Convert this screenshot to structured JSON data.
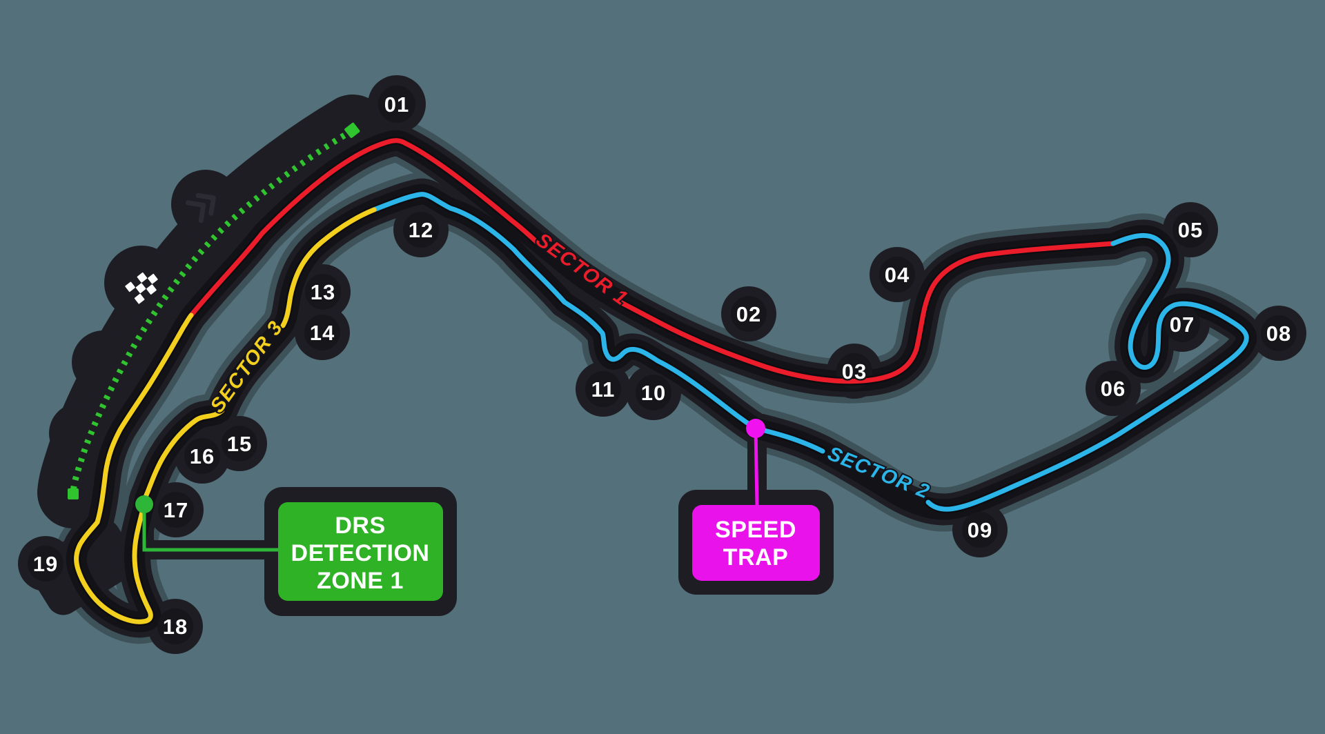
{
  "background_color": "#54707a",
  "map": {
    "type": "f1-circuit-track-map",
    "track_color": "#121217",
    "track_edge_color": "#1e1d24",
    "drs_zone_dash_color": "#30c42f",
    "sectors": [
      {
        "name": "SECTOR 1",
        "color": "#ec1d2a"
      },
      {
        "name": "SECTOR 2",
        "color": "#2bb5e9"
      },
      {
        "name": "SECTOR 3",
        "color": "#f3cf1e"
      }
    ],
    "turns": [
      {
        "label": "01"
      },
      {
        "label": "02"
      },
      {
        "label": "03"
      },
      {
        "label": "04"
      },
      {
        "label": "05"
      },
      {
        "label": "06"
      },
      {
        "label": "07"
      },
      {
        "label": "08"
      },
      {
        "label": "09"
      },
      {
        "label": "10"
      },
      {
        "label": "11"
      },
      {
        "label": "12"
      },
      {
        "label": "13"
      },
      {
        "label": "14"
      },
      {
        "label": "15"
      },
      {
        "label": "16"
      },
      {
        "label": "17"
      },
      {
        "label": "18"
      },
      {
        "label": "19"
      }
    ]
  },
  "callouts": {
    "drs_detection": {
      "lines": [
        "DRS",
        "DETECTION",
        "ZONE 1"
      ],
      "box_color": "#2fb226",
      "text_color": "#ffffff",
      "marker_color": "#2db637"
    },
    "speed_trap": {
      "lines": [
        "SPEED",
        "TRAP"
      ],
      "box_color": "#ea12ea",
      "text_color": "#ffffff",
      "marker_color": "#f013f0"
    }
  },
  "icons": {
    "start_finish": "checkered-flag-icon",
    "race_direction": "double-chevron-icon"
  }
}
